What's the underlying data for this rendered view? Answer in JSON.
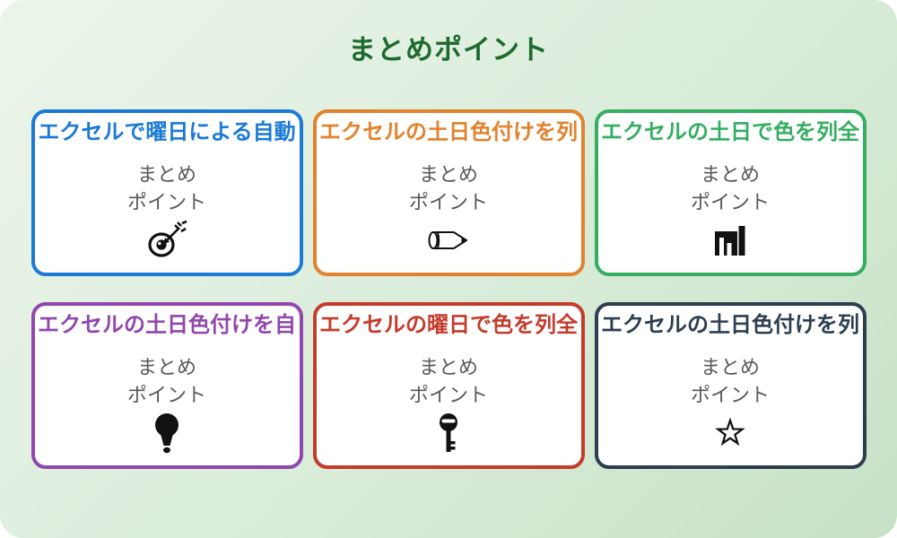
{
  "page": {
    "title": "まとめポイント",
    "title_color": "#1e6b2e",
    "background_gradient": {
      "from": "#ecf5ea",
      "to": "#c6e2c6"
    }
  },
  "cards": [
    {
      "title": "エクセルで曜日による自動",
      "line1": "まとめ",
      "line2": "ポイント",
      "icon": "target-arrow-icon",
      "color": "#1a7ad6"
    },
    {
      "title": "エクセルの土日色付けを列",
      "line1": "まとめ",
      "line2": "ポイント",
      "icon": "pencil-icon",
      "color": "#e3822d"
    },
    {
      "title": "エクセルの土日で色を列全",
      "line1": "まとめ",
      "line2": "ポイント",
      "icon": "bar-chart-icon",
      "color": "#35ae62"
    },
    {
      "title": "エクセルの土日色付けを自",
      "line1": "まとめ",
      "line2": "ポイント",
      "icon": "lightbulb-icon",
      "color": "#9147ad"
    },
    {
      "title": "エクセルの曜日で色を列全",
      "line1": "まとめ",
      "line2": "ポイント",
      "icon": "key-icon",
      "color": "#c43b2b"
    },
    {
      "title": "エクセルの土日色付けを列",
      "line1": "まとめ",
      "line2": "ポイント",
      "icon": "star-icon",
      "color": "#2c3e50"
    }
  ]
}
